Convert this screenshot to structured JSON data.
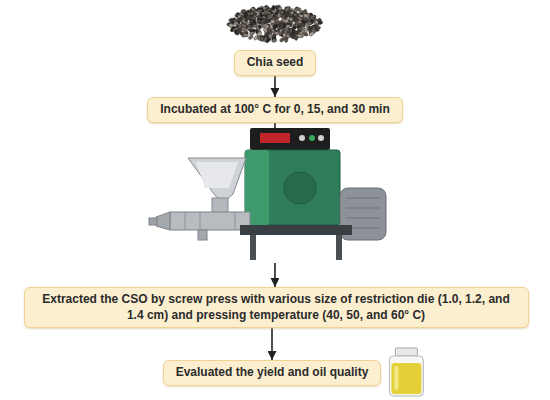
{
  "diagram": {
    "nodes": [
      {
        "text": [
          "Chia seed"
        ]
      },
      {
        "text": [
          "Incubated at 100° C for 0, 15, and 30 min"
        ]
      },
      {
        "text": [
          "Extracted the CSO by screw press with various size of restriction die (1.0, 1.2, and 1.4 cm) and pressing temperature (40, 50, and 60° C)"
        ]
      },
      {
        "text": [
          "Evaluated the yield and oil quality"
        ]
      }
    ],
    "edges": [
      {
        "from": 0,
        "to": 1,
        "arrow": "to"
      },
      {
        "from": 1,
        "to": 2,
        "arrow": "to"
      },
      {
        "from": 2,
        "to": 3,
        "arrow": "to"
      }
    ]
  }
}
